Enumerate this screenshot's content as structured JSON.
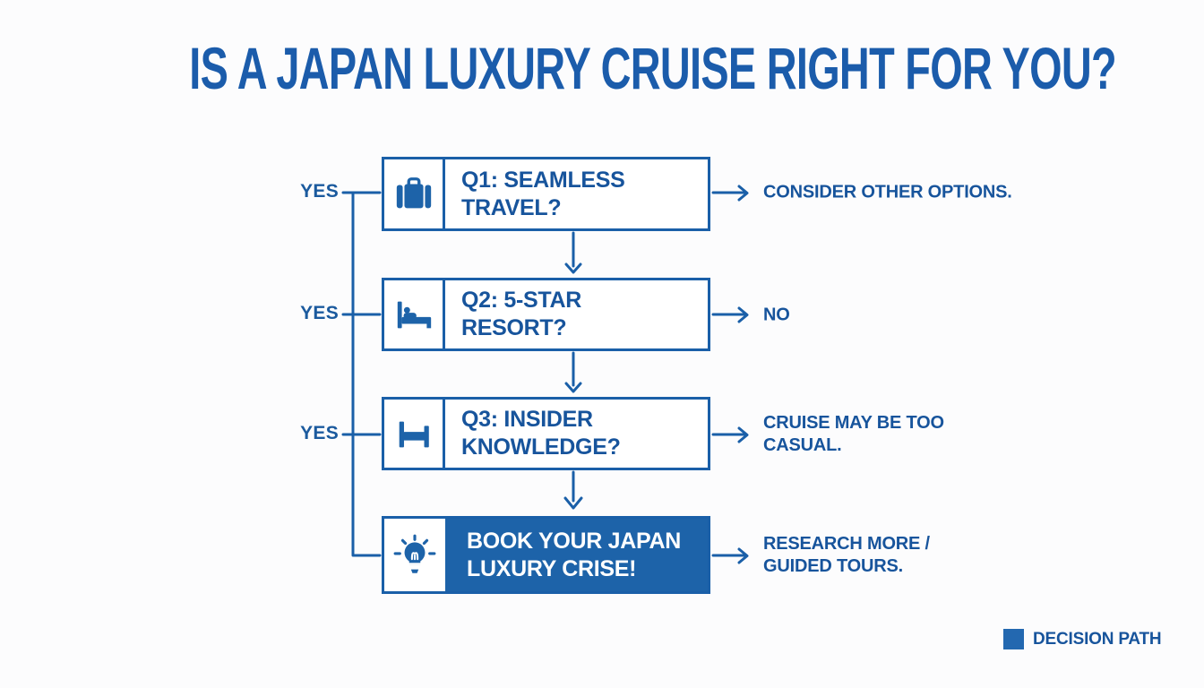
{
  "title": "IS A JAPAN LUXURY CRUISE RIGHT FOR YOU?",
  "colors": {
    "line_blue": "#1a5fa8",
    "fill_blue": "#1d63a9",
    "text_blue": "#17549c",
    "title_blue": "#1b5cab",
    "legend_swatch": "#2368b0",
    "background": "#fcfcfd",
    "final_box_text": "#ffffff"
  },
  "flow": {
    "nodes": [
      {
        "id": "q1",
        "icon": "suitcase-icon",
        "label": "Q1: SEAMLESS\nTRAVEL?",
        "yes_label": "YES",
        "outcome": "CONSIDER OTHER OPTIONS."
      },
      {
        "id": "q2",
        "icon": "bed-occupied-icon",
        "label": "Q2: 5-STAR\nRESORT?",
        "yes_label": "YES",
        "outcome": "NO"
      },
      {
        "id": "q3",
        "icon": "bed-icon",
        "label": "Q3: INSIDER\nKNOWLEDGE?",
        "yes_label": "YES",
        "outcome": "CRUISE MAY BE TOO\nCASUAL."
      },
      {
        "id": "final",
        "icon": "lightbulb-icon",
        "label": "BOOK YOUR JAPAN\nLUXURY CRISE!",
        "outcome": "RESEARCH MORE /\nGUIDED TOURS."
      }
    ]
  },
  "legend": {
    "label": "DECISION PATH"
  }
}
